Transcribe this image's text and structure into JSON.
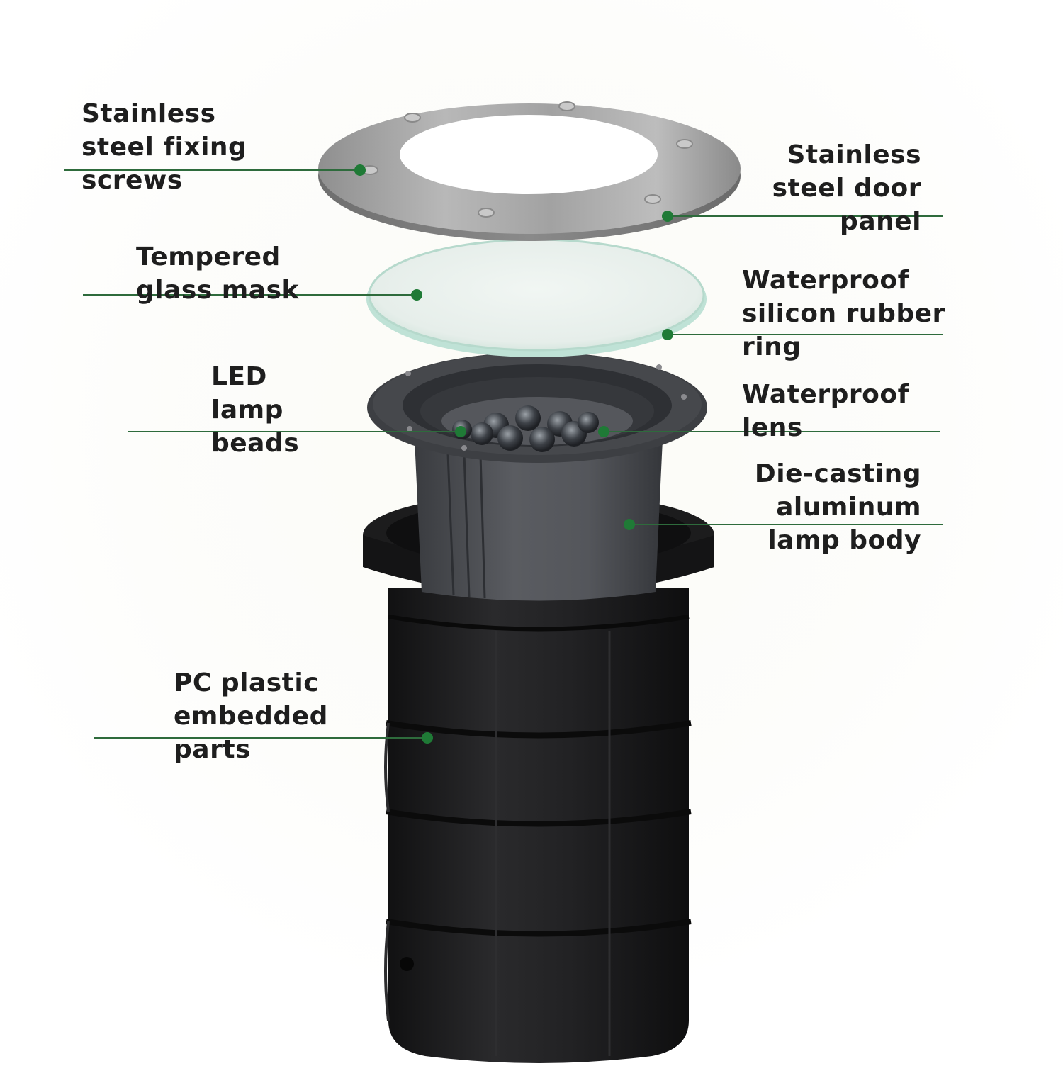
{
  "diagram": {
    "colors": {
      "leader": "#2e6b3c",
      "dot": "#1f7a36",
      "text": "#1e1e1e",
      "steel": "#a9a9a9",
      "glass": "#dcefe9",
      "aluminum": "#4a4c50",
      "plastic": "#1b1b1c"
    },
    "labels": [
      {
        "id": "fixing-screws",
        "lines": [
          "Stainless",
          "steel fixing",
          "screws"
        ]
      },
      {
        "id": "door-panel",
        "lines": [
          "Stainless",
          "steel door",
          "panel"
        ]
      },
      {
        "id": "glass-mask",
        "lines": [
          "Tempered",
          "glass mask"
        ]
      },
      {
        "id": "rubber-ring",
        "lines": [
          "Waterproof",
          "silicon rubber",
          "ring"
        ]
      },
      {
        "id": "led-beads",
        "lines": [
          "LED",
          "lamp",
          "beads"
        ]
      },
      {
        "id": "lens",
        "lines": [
          "Waterproof",
          "lens"
        ]
      },
      {
        "id": "lamp-body",
        "lines": [
          "Die-casting",
          "aluminum",
          "lamp body"
        ]
      },
      {
        "id": "embedded-parts",
        "lines": [
          "PC plastic",
          "embedded",
          "parts"
        ]
      }
    ]
  }
}
